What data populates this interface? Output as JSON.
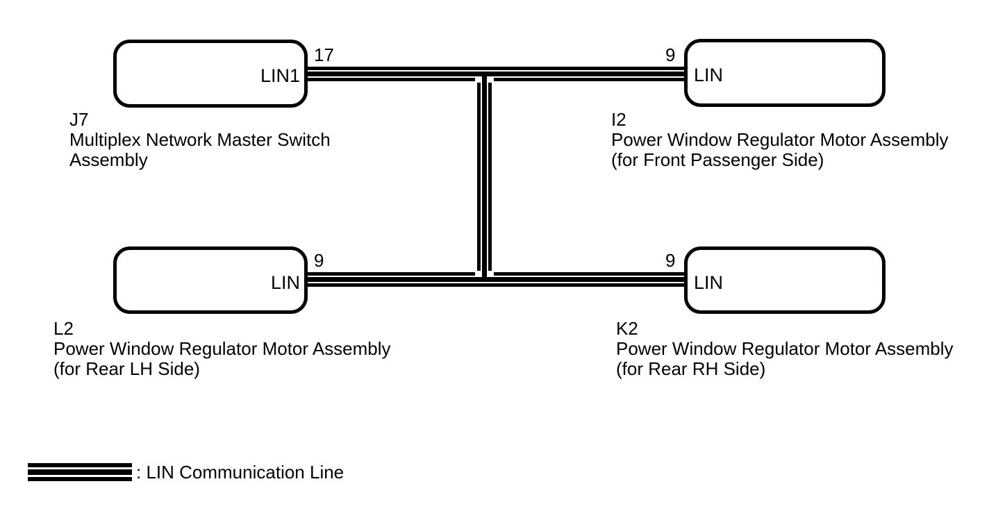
{
  "page": {
    "background": "#ffffff",
    "line_color": "#000000"
  },
  "diagram": {
    "nodes": [
      {
        "code": "J7",
        "name_line1": "Multiplex Network Master Switch",
        "name_line2": "Assembly",
        "port": "LIN1",
        "pin": "17"
      },
      {
        "code": "I2",
        "name_line1": "Power Window Regulator Motor Assembly",
        "name_line2": "(for Front Passenger Side)",
        "port": "LIN",
        "pin": "9"
      },
      {
        "code": "L2",
        "name_line1": "Power Window Regulator Motor Assembly",
        "name_line2": "(for Rear LH Side)",
        "port": "LIN",
        "pin": "9"
      },
      {
        "code": "K2",
        "name_line1": "Power Window Regulator Motor Assembly",
        "name_line2": "(for Rear RH Side)",
        "port": "LIN",
        "pin": "9"
      }
    ],
    "legend": {
      "swatch": "lin-striped-line",
      "label": ": LIN Communication Line"
    }
  }
}
